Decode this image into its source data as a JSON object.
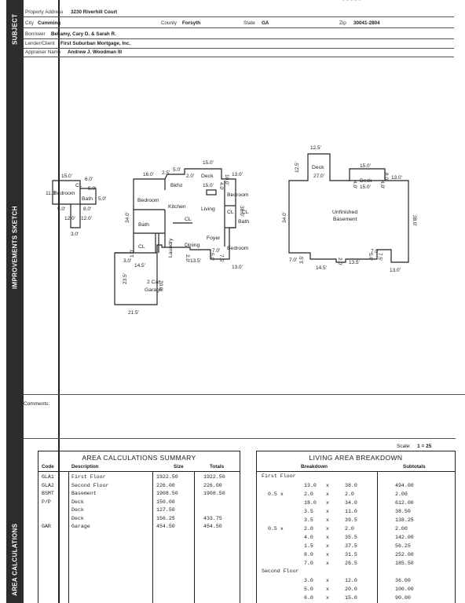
{
  "strip": {
    "subject": "SUBJECT",
    "sketch": "IMPROVEMENTS SKETCH",
    "area": "AREA CALCULATIONS"
  },
  "header": {
    "top_fragment": "~ ~ ~ ~ ~",
    "property_address_label": "Property Address",
    "property_address": "3230 Riverhill Court",
    "city_label": "City",
    "city": "Cumming",
    "county_label": "County",
    "county": "Forsyth",
    "state_label": "State",
    "state": "GA",
    "zip_label": "Zip",
    "zip": "30041-2804",
    "borrower_label": "Borrower",
    "borrower": "Bellamy, Cary D. & Sarah R.",
    "lender_label": "Lender/Client",
    "lender": "First Suburban Mortgage, Inc.",
    "appraiser_label": "Appraiser Name",
    "appraiser": "Andrew J. Woodman III"
  },
  "sketch": {
    "upper": {
      "rooms": [
        "Bedroom",
        "Bath",
        "CL"
      ],
      "dims": [
        "15.0'",
        "11.0'",
        "6.0'",
        "5.0'",
        "5.0'",
        "9.0'",
        "8.0'",
        "12.0'",
        "12.0'",
        "3.0'"
      ]
    },
    "main": {
      "rooms": [
        "Bedroom",
        "Bkfst",
        "Deck",
        "Kitchen",
        "Living",
        "Bedroom",
        "CL",
        "CL",
        "Bath",
        "CL",
        "Bath",
        "Laundry",
        "Dining",
        "Foyer",
        "Bedroom",
        "CL",
        "2 Car",
        "Garage"
      ],
      "dims": [
        "16.0'",
        "2.5'",
        "5.0'",
        "2.0'",
        "15.0'",
        "10.0'",
        "13.0'",
        "15.0'",
        "4.0'",
        "34.0'",
        "38.0'",
        "3.0'",
        "14.5'",
        "2.0'",
        "13.5'",
        "7.0'",
        "5.0'",
        "13.0'",
        "23.5'",
        "20.0'",
        "21.5'",
        "1.0'",
        "7.5'"
      ]
    },
    "basement": {
      "rooms": [
        "Deck",
        "Unfinished",
        "Basement",
        "Deck"
      ],
      "dims": [
        "12.5'",
        "12.5'",
        "27.0'",
        "15.0'",
        "4.0'",
        "15.0'",
        "4.0'",
        "8.0'",
        "13.0'",
        "34.0'",
        "38.0'",
        "7.0'",
        "3.5'",
        "14.5'",
        "2.0'",
        "13.5'",
        "7.0'",
        "5.0'",
        "7.5'",
        "13.0'"
      ]
    }
  },
  "comments_label": "Comments:",
  "scale": {
    "label": "Scale:",
    "value": "1 = 25"
  },
  "summary": {
    "title": "AREA CALCULATIONS SUMMARY",
    "headers": {
      "code": "Code",
      "description": "Description",
      "size": "Size",
      "totals": "Totals"
    },
    "rows": [
      {
        "code": "GLA1",
        "description": "First Floor",
        "size": "1922.50",
        "total": "1922.50"
      },
      {
        "code": "GLA2",
        "description": "Second Floor",
        "size": "226.00",
        "total": "226.00"
      },
      {
        "code": "BSMT",
        "description": "Basement",
        "size": "1908.50",
        "total": "1908.50"
      },
      {
        "code": "P/P",
        "description": "Deck",
        "size": "150.00",
        "total": ""
      },
      {
        "code": "",
        "description": "Deck",
        "size": "127.50",
        "total": ""
      },
      {
        "code": "",
        "description": "Deck",
        "size": "156.25",
        "total": "433.75"
      },
      {
        "code": "GAR",
        "description": "Garage",
        "size": "454.50",
        "total": "454.50"
      }
    ]
  },
  "breakdown": {
    "title": "LIVING AREA BREAKDOWN",
    "headers": {
      "breakdown": "Breakdown",
      "subtotals": "Subtotals"
    },
    "first_floor_label": "First Floor",
    "first_floor": [
      {
        "f": "",
        "a": "13.0",
        "b": "38.0",
        "s": "494.00"
      },
      {
        "f": "0.5 x",
        "a": "2.0",
        "b": "2.0",
        "s": "2.00"
      },
      {
        "f": "",
        "a": "18.0",
        "b": "34.0",
        "s": "612.00"
      },
      {
        "f": "",
        "a": "3.5",
        "b": "11.0",
        "s": "38.50"
      },
      {
        "f": "",
        "a": "3.5",
        "b": "39.5",
        "s": "138.25"
      },
      {
        "f": "0.5 x",
        "a": "2.0",
        "b": "2.0",
        "s": "2.00"
      },
      {
        "f": "",
        "a": "4.0",
        "b": "35.5",
        "s": "142.00"
      },
      {
        "f": "",
        "a": "1.5",
        "b": "37.5",
        "s": "56.25"
      },
      {
        "f": "",
        "a": "8.0",
        "b": "31.5",
        "s": "252.00"
      },
      {
        "f": "",
        "a": "7.0",
        "b": "26.5",
        "s": "185.50"
      }
    ],
    "second_floor_label": "Second Floor",
    "second_floor": [
      {
        "f": "",
        "a": "3.0",
        "b": "12.0",
        "s": "36.00"
      },
      {
        "f": "",
        "a": "5.0",
        "b": "20.0",
        "s": "100.00"
      },
      {
        "f": "",
        "a": "6.0",
        "b": "15.0",
        "s": "90.00"
      }
    ],
    "times": "x"
  }
}
